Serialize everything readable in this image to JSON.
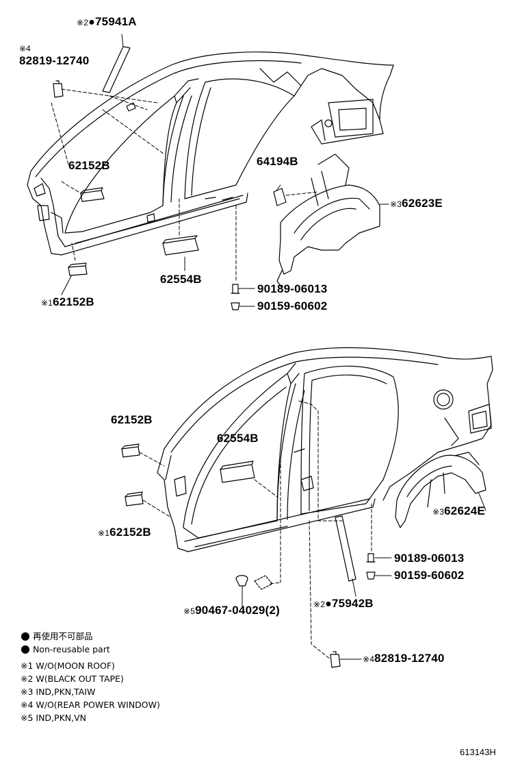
{
  "labels": {
    "top_75941": {
      "mark": "※2",
      "dot": "●",
      "text": "75941A"
    },
    "top_828_mark": "※4",
    "top_828": "82819-12740",
    "top_62152_a": "62152B",
    "top_64194": "64194B",
    "top_62623": {
      "mark": "※3",
      "text": "62623E"
    },
    "top_62554": "62554B",
    "top_62152_b": {
      "mark": "※1",
      "text": "62152B"
    },
    "top_90189": "90189-06013",
    "top_90159": "90159-60602",
    "bot_62152_a": "62152B",
    "bot_62554": "62554B",
    "bot_62624": {
      "mark": "※3",
      "text": "62624E"
    },
    "bot_62152_b": {
      "mark": "※1",
      "text": "62152B"
    },
    "bot_90189": "90189-06013",
    "bot_90159": "90159-60602",
    "bot_90467": {
      "mark": "※5",
      "text": "90467-04029(2)"
    },
    "bot_75942": {
      "mark": "※2",
      "dot": "●",
      "text": "75942B"
    },
    "bot_828": {
      "mark": "※4",
      "text": "82819-12740"
    }
  },
  "legend": {
    "dot_jp": "再使用不可部品",
    "dot_en": "Non-reusable part",
    "notes": [
      "※1 W/O(MOON ROOF)",
      "※2 W(BLACK OUT TAPE)",
      "※3 IND,PKN,TAIW",
      "※4 W/O(REAR POWER WINDOW)",
      "※5 IND,PKN,VN"
    ],
    "bullet": "●"
  },
  "ref_code": "613143H"
}
